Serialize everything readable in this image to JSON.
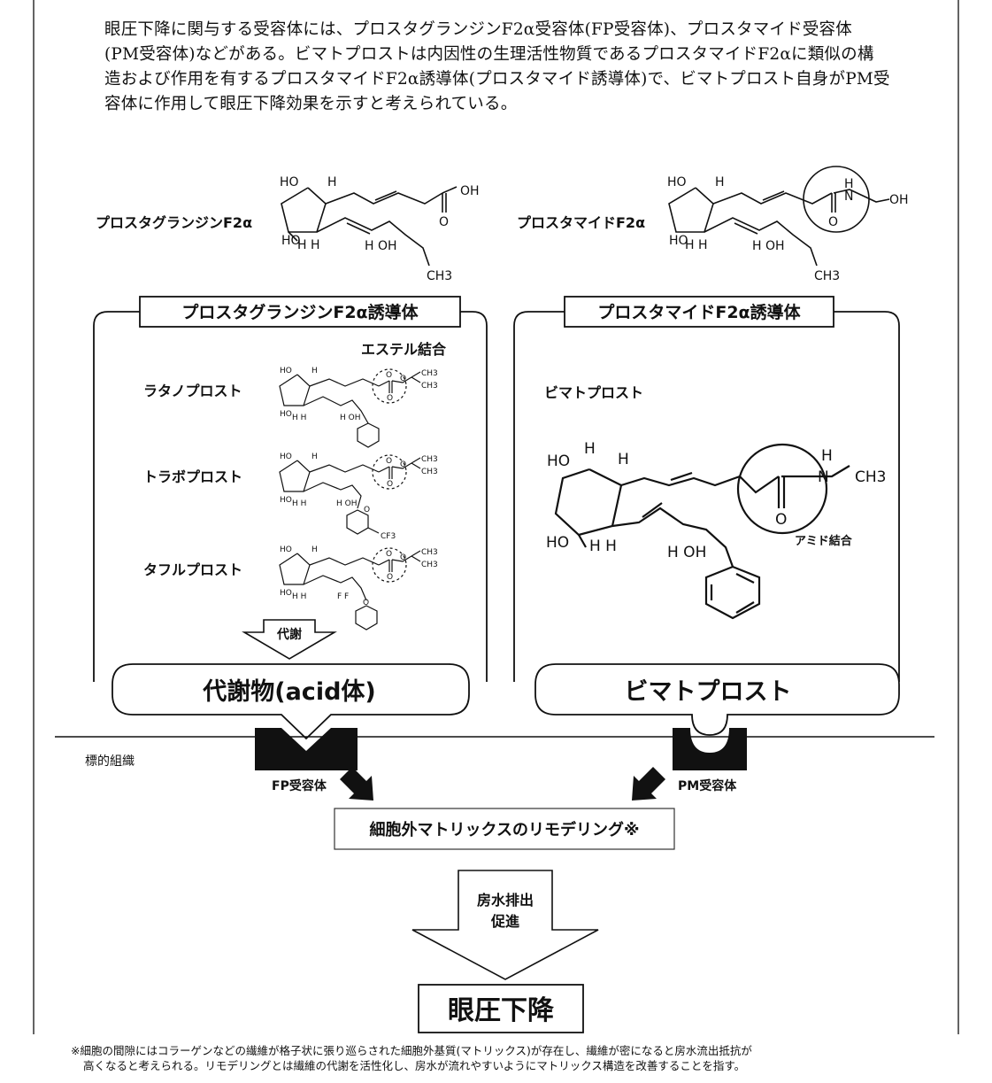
{
  "intro": {
    "line1": "眼圧下降に関与する受容体には、プロスタグランジンF2α受容体(FP受容体)、プロスタマイド受容体",
    "line2": "(PM受容体)などがある。ビマトプロストは内因性の生理活性物質であるプロスタマイドF2αに類似の構",
    "line3": "造および作用を有するプロスタマイドF2α誘導体(プロスタマイド誘導体)で、ビマトプロスト自身がPM受",
    "line4": "容体に作用して眼圧下降効果を示すと考えられている。"
  },
  "parents": {
    "pgf": {
      "name": "プロスタグランジンF2α"
    },
    "pmf": {
      "name": "プロスタマイドF2α"
    }
  },
  "chem": {
    "ho": "HO",
    "oh": "OH",
    "h": "H",
    "h_oh": "H OH",
    "hh": "H H",
    "o": "O",
    "n": "N",
    "ch3": "CH3",
    "cf3": "CF3",
    "ff": "F F"
  },
  "left_box": {
    "title": "プロスタグランジンF2α誘導体",
    "ester_label": "エステル結合",
    "drugs": [
      "ラタノプロスト",
      "トラボプロスト",
      "タフルプロスト"
    ],
    "metabolism": "代謝",
    "result": "代謝物(acid体)"
  },
  "right_box": {
    "title": "プロスタマイドF2α誘導体",
    "drug": "ビマトプロスト",
    "amide_label": "アミド結合",
    "result": "ビマトプロスト"
  },
  "tissue": {
    "label": "標的組織",
    "fp_receptor": "FP受容体",
    "pm_receptor": "PM受容体"
  },
  "remodeling": "細胞外マトリックスのリモデリング※",
  "outflow": {
    "line1": "房水排出",
    "line2": "促進"
  },
  "final": "眼圧下降",
  "footnote": {
    "line1": "※細胞の間隙にはコラーゲンなどの繊維が格子状に張り巡らされた細胞外基質(マトリックス)が存在し、繊維が密になると房水流出抵抗が",
    "line2": "高くなると考えられる。リモデリングとは繊維の代謝を活性化し、房水が流れやすいようにマトリックス構造を改善することを指す。"
  }
}
